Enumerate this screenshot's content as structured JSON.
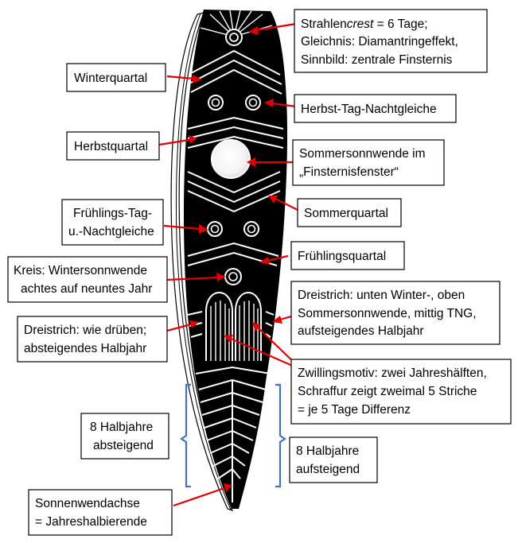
{
  "labels": {
    "strahlencrest": [
      "Strahlen",
      "crest",
      " = 6 Tage;",
      "Gleichnis: Diamantringeffekt,",
      "Sinnbild: zentrale Finsternis"
    ],
    "winterquartal": "Winterquartal",
    "herbst_tng": "Herbst-Tag-Nachtgleiche",
    "herbstquartal": "Herbstquartal",
    "sommersonnwende": [
      "Sommersonnwende im",
      "„Finsternisfenster“"
    ],
    "sommerquartal": "Sommerquartal",
    "fruehlings_tng": [
      "Frühlings-Tag-",
      "u.-Nachtgleiche"
    ],
    "fruehlingsquartal": "Frühlingsquartal",
    "kreis": [
      "Kreis: Wintersonnwende",
      "achtes auf neuntes Jahr"
    ],
    "dreistrich_rechts": [
      "Dreistrich: unten Winter-, oben",
      "Sommersonnwende, mittig TNG,",
      "aufsteigendes Halbjahr"
    ],
    "dreistrich_links": [
      "Dreistrich: wie drüben;",
      "absteigendes Halbjahr"
    ],
    "zwillingsmotiv": [
      "Zwillingsmotiv: zwei Jahreshälften,",
      "Schraffur zeigt zweimal 5 Striche",
      "= je 5 Tage Differenz"
    ],
    "halbjahre_ab": [
      "8 Halbjahre",
      "absteigend"
    ],
    "halbjahre_auf": [
      "8 Halbjahre",
      "aufsteigend"
    ],
    "sonnenwendachse": [
      "Sonnenwendachse",
      "= Jahreshalbierende"
    ]
  },
  "colors": {
    "arrow": "#e00000",
    "brace": "#4472c4",
    "object": "#000000"
  }
}
